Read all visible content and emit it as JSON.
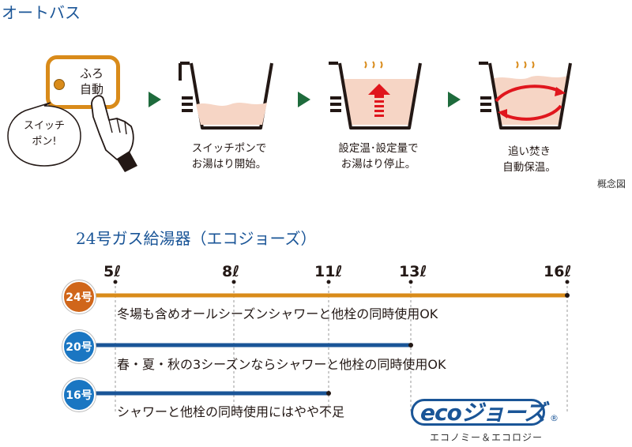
{
  "title": "オートバス",
  "panel": {
    "line1": "ふろ",
    "line2": "自動"
  },
  "bubble": {
    "line1": "スイッチ",
    "line2": "ポン!"
  },
  "steps": [
    {
      "line1": "スイッチポンで",
      "line2": "お湯はり開始。"
    },
    {
      "line1": "設定温･設定量で",
      "line2": "お湯はり停止。"
    },
    {
      "line1": "追い焚き",
      "line2": "自動保温。"
    }
  ],
  "note": "概念図",
  "heater_title": "24号ガス給湯器（エコジョーズ）",
  "scale_ticks": [
    "5ℓ",
    "8ℓ",
    "11ℓ",
    "13ℓ",
    "16ℓ"
  ],
  "rows": [
    {
      "badge": "24号",
      "text": "冬場も含めオールシーズンシャワーと他栓の同時使用OK",
      "max_liters": 16,
      "color": "#d98b1a"
    },
    {
      "badge": "20号",
      "text": "春・夏・秋の3シーズンならシャワーと他栓の同時使用OK",
      "max_liters": 13,
      "color": "#1a5597"
    },
    {
      "badge": "16号",
      "text": "シャワーと他栓の同時使用にはやや不足",
      "max_liters": 11,
      "color": "#1a5597"
    }
  ],
  "eco_logo": "ecoジョーズ",
  "eco_mark": "®",
  "eco_sub": "エコノミー＆エコロジー",
  "colors": {
    "blue": "#1a5597",
    "orange": "#d98b1a",
    "water": "#f6d5c5",
    "arrow_green": "#1e6b3c",
    "red": "#e0161d"
  }
}
